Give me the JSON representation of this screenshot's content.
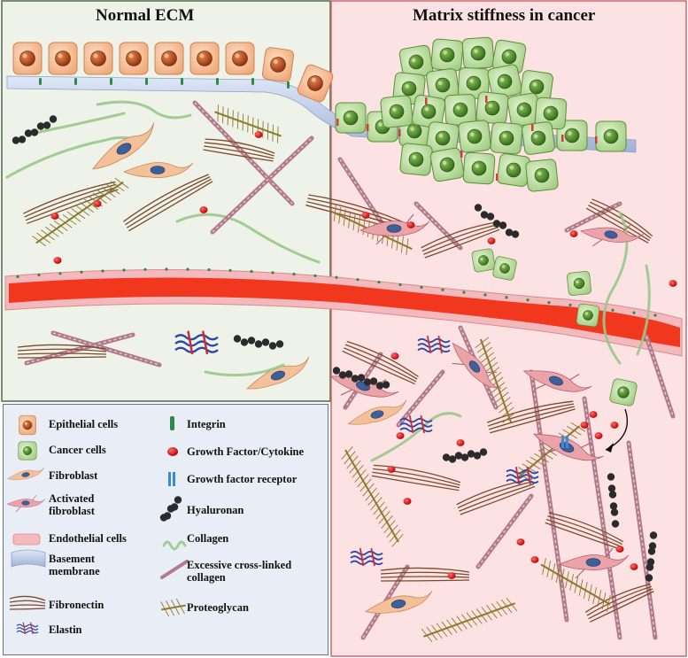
{
  "panels": {
    "normal": {
      "title": "Normal ECM",
      "background": "#eef2e8",
      "border": "#4f6b48"
    },
    "cancer": {
      "title": "Matrix stiffness in cancer",
      "background": "#fde2e3",
      "border": "#c76b6e"
    }
  },
  "legend": {
    "background": "#e9edf6",
    "border": "#6b7386",
    "items": [
      {
        "icon": "epithelial-cell-icon",
        "label": "Epithelial cells"
      },
      {
        "icon": "cancer-cell-icon",
        "label": "Cancer cells"
      },
      {
        "icon": "fibroblast-icon",
        "label": "Fibroblast"
      },
      {
        "icon": "activated-fibroblast-icon",
        "label_line1": "Activated",
        "label_line2": "fibroblast"
      },
      {
        "icon": "endothelial-cell-icon",
        "label": "Endothelial cells"
      },
      {
        "icon": "basement-membrane-icon",
        "label_line1": "Basement",
        "label_line2": "membrane"
      },
      {
        "icon": "fibronectin-icon",
        "label": "Fibronectin"
      },
      {
        "icon": "elastin-icon",
        "label": "Elastin"
      },
      {
        "icon": "integrin-icon",
        "label": "Integrin"
      },
      {
        "icon": "growth-factor-icon",
        "label": "Growth Factor/Cytokine"
      },
      {
        "icon": "growth-factor-receptor-icon",
        "label": "Growth factor receptor"
      },
      {
        "icon": "hyaluronan-icon",
        "label": "Hyaluronan"
      },
      {
        "icon": "collagen-icon",
        "label": "Collagen"
      },
      {
        "icon": "crosslinked-collagen-icon",
        "label_line1": "Excessive cross-linked",
        "label_line2": "collagen"
      },
      {
        "icon": "proteoglycan-icon",
        "label": "Proteoglycan"
      }
    ]
  },
  "colors": {
    "epithelial_fill": "#f4b58a",
    "epithelial_nucleus": "#b5481c",
    "cancer_fill": "#b7dd9c",
    "cancer_nucleus": "#4f8a2a",
    "vessel_wall": "#f3b9bd",
    "blood": "#f2371f",
    "growth_factor": "#d60d0d",
    "hyaluronan": "#2b2b2b",
    "collagen": "#98c98a",
    "crosslinked_collagen": "#b07a8a",
    "fibronectin": "#7a4a2a",
    "proteoglycan": "#8b7a2a",
    "elastin_blue": "#2a4aa8",
    "elastin_red": "#d02a2a",
    "integrin": "#2f8a4a",
    "receptor": "#3a8ad8",
    "basement_membrane": "#bcc9e6"
  }
}
